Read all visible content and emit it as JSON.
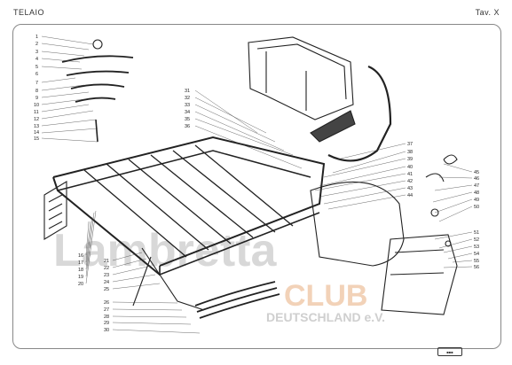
{
  "header": {
    "title": "TELAIO",
    "plate": "Tav. X"
  },
  "watermark": {
    "line1": "Lambretta",
    "line2": "CLUB",
    "line3": "DEUTSCHLAND e.V."
  },
  "callouts": [
    "1",
    "2",
    "3",
    "4",
    "5",
    "6",
    "7",
    "8",
    "9",
    "10",
    "11",
    "12",
    "13",
    "14",
    "15",
    "16",
    "17",
    "18",
    "19",
    "20",
    "21",
    "22",
    "23",
    "24",
    "25",
    "26",
    "27",
    "28",
    "29",
    "30",
    "31",
    "32",
    "33",
    "34",
    "35",
    "36",
    "37",
    "38",
    "39",
    "40",
    "41",
    "42",
    "43",
    "44",
    "45",
    "46",
    "47",
    "48",
    "49",
    "50",
    "51",
    "52",
    "53",
    "54",
    "55",
    "56"
  ],
  "colors": {
    "line": "#222222",
    "watermark": "#c7c7c7",
    "watermark_orange": "#f2c9a6",
    "frame": "#888888"
  }
}
